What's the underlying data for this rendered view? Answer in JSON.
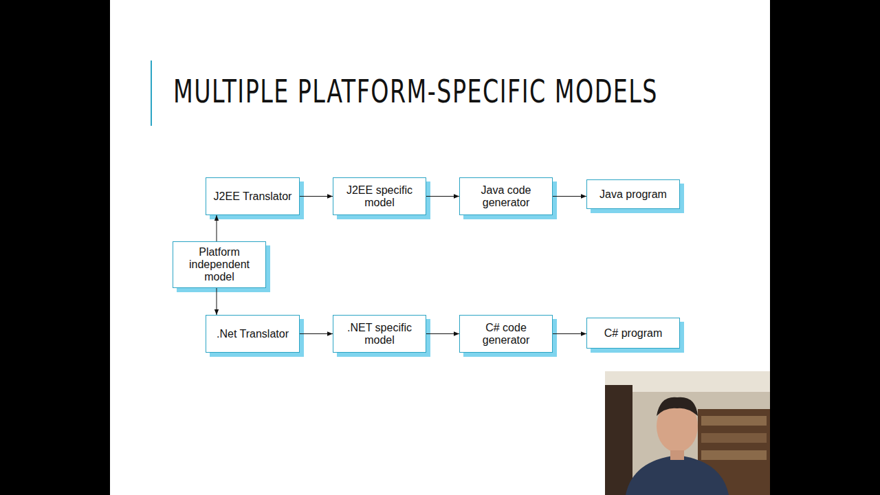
{
  "diagram": {
    "title": "MULTIPLE PLATFORM-SPECIFIC MODELS",
    "nodes": [
      {
        "text": [
          "Platform independent model"
        ]
      },
      {
        "text": [
          "J2EE Translator"
        ]
      },
      {
        "text": [
          "J2EE specific model"
        ]
      },
      {
        "text": [
          "Java code generator"
        ]
      },
      {
        "text": [
          "Java program"
        ]
      },
      {
        "text": [
          ".Net Translator"
        ]
      },
      {
        "text": [
          ".NET specific model"
        ]
      },
      {
        "text": [
          "C# code generator"
        ]
      },
      {
        "text": [
          "C# program"
        ]
      }
    ],
    "edges": [
      {
        "from": 0,
        "to": 1,
        "arrow": "to"
      },
      {
        "from": 0,
        "to": 5,
        "arrow": "to"
      },
      {
        "from": 1,
        "to": 2,
        "arrow": "to"
      },
      {
        "from": 2,
        "to": 3,
        "arrow": "to"
      },
      {
        "from": 3,
        "to": 4,
        "arrow": "to"
      },
      {
        "from": 5,
        "to": 6,
        "arrow": "to"
      },
      {
        "from": 6,
        "to": 7,
        "arrow": "to"
      },
      {
        "from": 7,
        "to": 8,
        "arrow": "to"
      }
    ]
  }
}
